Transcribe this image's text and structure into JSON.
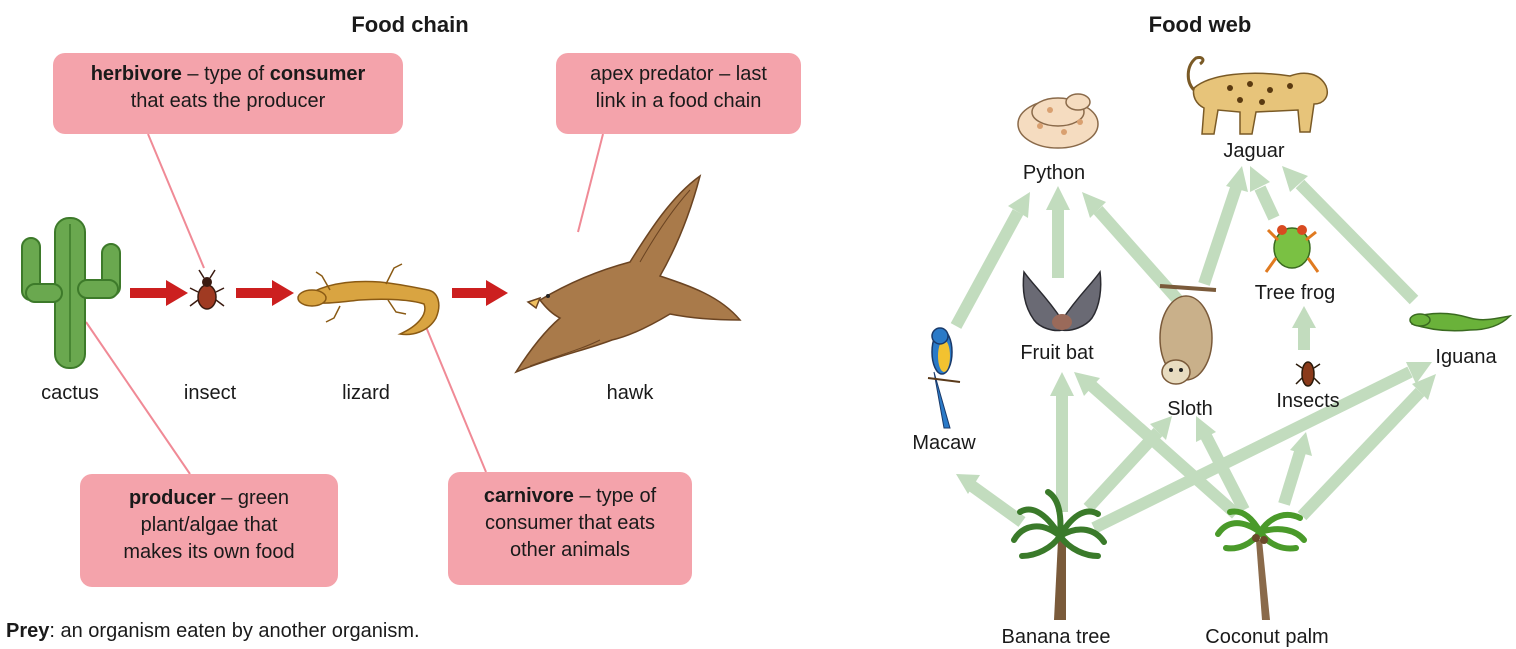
{
  "food_chain": {
    "title": "Food chain",
    "organisms": [
      "cactus",
      "insect",
      "lizard",
      "hawk"
    ],
    "callouts": {
      "herbivore": {
        "term": "herbivore",
        "text_a": " – type of ",
        "term2": "consumer",
        "text_b": "that eats the producer"
      },
      "apex": {
        "line1": "apex predator – last",
        "line2": "link in a food chain"
      },
      "producer": {
        "term": "producer",
        "text_a": " – green",
        "line2": "plant/algae that",
        "line3": "makes its own food"
      },
      "carnivore": {
        "term": "carnivore",
        "text_a": " – type of",
        "line2": "consumer that eats",
        "line3": "other animals"
      }
    },
    "arrow_color": "#cc1f1f",
    "callout_color": "#f4a3ab"
  },
  "food_web": {
    "title": "Food web",
    "organisms": {
      "jaguar": "Jaguar",
      "python": "Python",
      "tree_frog": "Tree frog",
      "fruit_bat": "Fruit bat",
      "sloth": "Sloth",
      "insects": "Insects",
      "iguana": "Iguana",
      "macaw": "Macaw",
      "banana_tree": "Banana tree",
      "coconut_palm": "Coconut palm"
    },
    "links": [
      [
        "Banana tree",
        "Macaw"
      ],
      [
        "Banana tree",
        "Fruit bat"
      ],
      [
        "Banana tree",
        "Sloth"
      ],
      [
        "Banana tree",
        "Iguana"
      ],
      [
        "Coconut palm",
        "Fruit bat"
      ],
      [
        "Coconut palm",
        "Sloth"
      ],
      [
        "Coconut palm",
        "Insects"
      ],
      [
        "Coconut palm",
        "Iguana"
      ],
      [
        "Macaw",
        "Python"
      ],
      [
        "Fruit bat",
        "Python"
      ],
      [
        "Sloth",
        "Python"
      ],
      [
        "Sloth",
        "Jaguar"
      ],
      [
        "Insects",
        "Tree frog"
      ],
      [
        "Tree frog",
        "Jaguar"
      ],
      [
        "Iguana",
        "Jaguar"
      ]
    ],
    "arrow_color": "#c2dcbe"
  },
  "footer": {
    "term": "Prey",
    "text": ": an organism eaten by another organism."
  }
}
